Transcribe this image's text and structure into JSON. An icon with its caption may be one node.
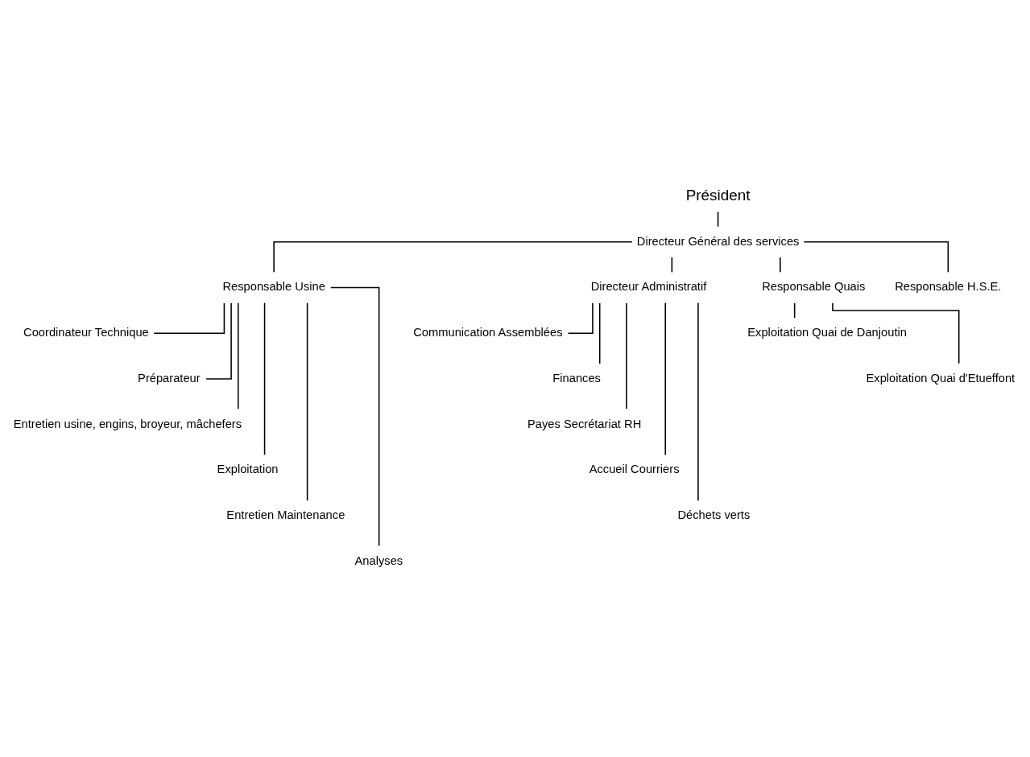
{
  "diagram": {
    "nodes": [
      {
        "text": [
          "Président"
        ]
      },
      {
        "text": [
          "Directeur Général des services"
        ]
      },
      {
        "text": [
          "Responsable Usine"
        ]
      },
      {
        "text": [
          "Directeur Administratif"
        ]
      },
      {
        "text": [
          "Responsable Quais"
        ]
      },
      {
        "text": [
          "Responsable H.S.E."
        ]
      },
      {
        "text": [
          "Coordinateur Technique"
        ]
      },
      {
        "text": [
          "Préparateur"
        ]
      },
      {
        "text": [
          "Entretien usine, engins, broyeur, mâchefers"
        ]
      },
      {
        "text": [
          "Exploitation"
        ]
      },
      {
        "text": [
          "Entretien Maintenance"
        ]
      },
      {
        "text": [
          "Analyses"
        ]
      },
      {
        "text": [
          "Communication Assemblées"
        ]
      },
      {
        "text": [
          "Finances"
        ]
      },
      {
        "text": [
          "Payes Secrétariat RH"
        ]
      },
      {
        "text": [
          "Accueil Courriers"
        ]
      },
      {
        "text": [
          "Déchets verts"
        ]
      },
      {
        "text": [
          "Exploitation Quai de Danjoutin"
        ]
      },
      {
        "text": [
          "Exploitation Quai d'Etueffont"
        ]
      }
    ],
    "edges": [
      {
        "from": 0,
        "to": 1,
        "arrow": "none"
      },
      {
        "from": 1,
        "to": 2,
        "arrow": "none"
      },
      {
        "from": 1,
        "to": 3,
        "arrow": "none"
      },
      {
        "from": 1,
        "to": 4,
        "arrow": "none"
      },
      {
        "from": 1,
        "to": 5,
        "arrow": "none"
      },
      {
        "from": 2,
        "to": 6,
        "arrow": "none"
      },
      {
        "from": 2,
        "to": 7,
        "arrow": "none"
      },
      {
        "from": 2,
        "to": 8,
        "arrow": "none"
      },
      {
        "from": 2,
        "to": 9,
        "arrow": "none"
      },
      {
        "from": 2,
        "to": 10,
        "arrow": "none"
      },
      {
        "from": 2,
        "to": 11,
        "arrow": "none"
      },
      {
        "from": 3,
        "to": 12,
        "arrow": "none"
      },
      {
        "from": 3,
        "to": 13,
        "arrow": "none"
      },
      {
        "from": 3,
        "to": 14,
        "arrow": "none"
      },
      {
        "from": 3,
        "to": 15,
        "arrow": "none"
      },
      {
        "from": 3,
        "to": 16,
        "arrow": "none"
      },
      {
        "from": 4,
        "to": 17,
        "arrow": "none"
      },
      {
        "from": 4,
        "to": 18,
        "arrow": "none"
      }
    ]
  }
}
